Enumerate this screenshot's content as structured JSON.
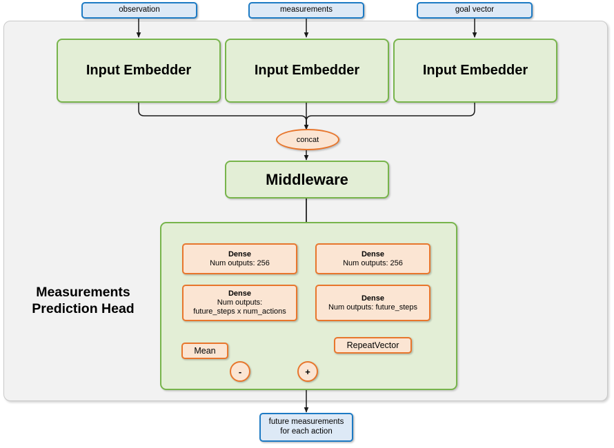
{
  "diagram": {
    "title": "Measurements Prediction Head",
    "colors": {
      "blue_border": "#1c7ac4",
      "blue_fill": "#dde9f6",
      "green_border": "#77b44b",
      "green_fill": "#e3eed6",
      "orange_border": "#e8762c",
      "orange_fill": "#fbe5d3",
      "container_fill": "#f2f2f2",
      "container_border": "#c8c8c8",
      "arrow": "#1a1a1a"
    },
    "inputs": [
      {
        "label": "observation"
      },
      {
        "label": "measurements"
      },
      {
        "label": "goal vector"
      }
    ],
    "embedders": [
      {
        "label": "Input Embedder"
      },
      {
        "label": "Input Embedder"
      },
      {
        "label": "Input Embedder"
      }
    ],
    "concat": {
      "label": "concat"
    },
    "middleware": {
      "label": "Middleware"
    },
    "head": {
      "title_line1": "Measurements",
      "title_line2": "Prediction Head",
      "left_branch": {
        "dense1": {
          "line1": "Dense",
          "line2": "Num outputs: 256"
        },
        "dense2": {
          "line1": "Dense",
          "line2": "Num outputs:",
          "line3": "future_steps x num_actions"
        },
        "mean": {
          "label": "Mean"
        }
      },
      "right_branch": {
        "dense1": {
          "line1": "Dense",
          "line2": "Num outputs: 256"
        },
        "dense2": {
          "line1": "Dense",
          "line2": "Num outputs: future_steps"
        },
        "repeat_vector": {
          "label": "RepeatVector"
        }
      },
      "operators": [
        {
          "symbol": "-",
          "name": "subtract"
        },
        {
          "symbol": "+",
          "name": "add"
        }
      ]
    },
    "output": {
      "line1": "future measurements",
      "line2": "for each action"
    }
  }
}
